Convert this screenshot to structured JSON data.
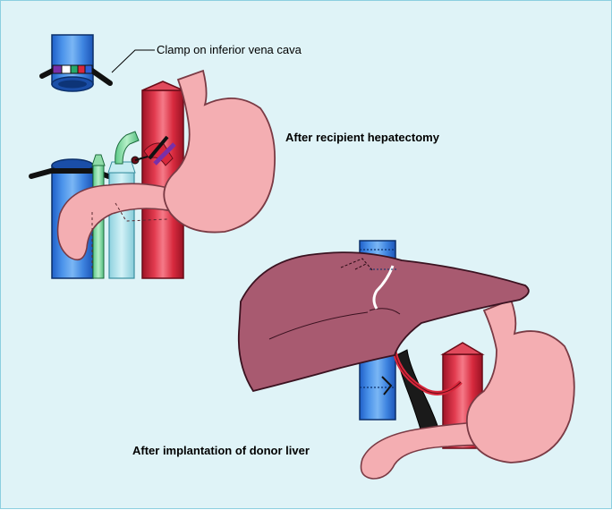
{
  "labels": {
    "clamp": "Clamp on inferior vena cava",
    "after_hepatectomy": "After recipient hepatectomy",
    "after_implantation": "After implantation of donor liver"
  },
  "colors": {
    "background": "#dff3f7",
    "vena_cava": "#3f87e0",
    "aorta": "#d8283c",
    "stomach": "#f4aeb2",
    "liver": "#a85a70",
    "portal_vein": "#111111",
    "bile_duct": "#9ee2a8",
    "cannula": "#aee3ec"
  }
}
